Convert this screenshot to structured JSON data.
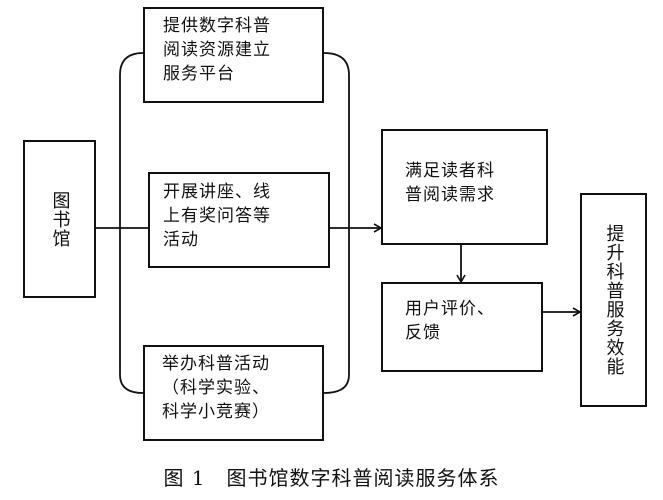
{
  "diagram": {
    "library": "图书馆",
    "activities": [
      "提供数字科普\n阅读资源建立\n服务平台",
      "开展讲座、线\n上有奖问答等\n活动",
      "举办科普活动\n（科学实验、\n科学小竞赛）"
    ],
    "needs": "满足读者科\n普阅读需求",
    "feedback": "用户评价、\n反馈",
    "outcome": "提升科普服务效能"
  },
  "caption": "图 1　图书馆数字科普阅读服务体系"
}
